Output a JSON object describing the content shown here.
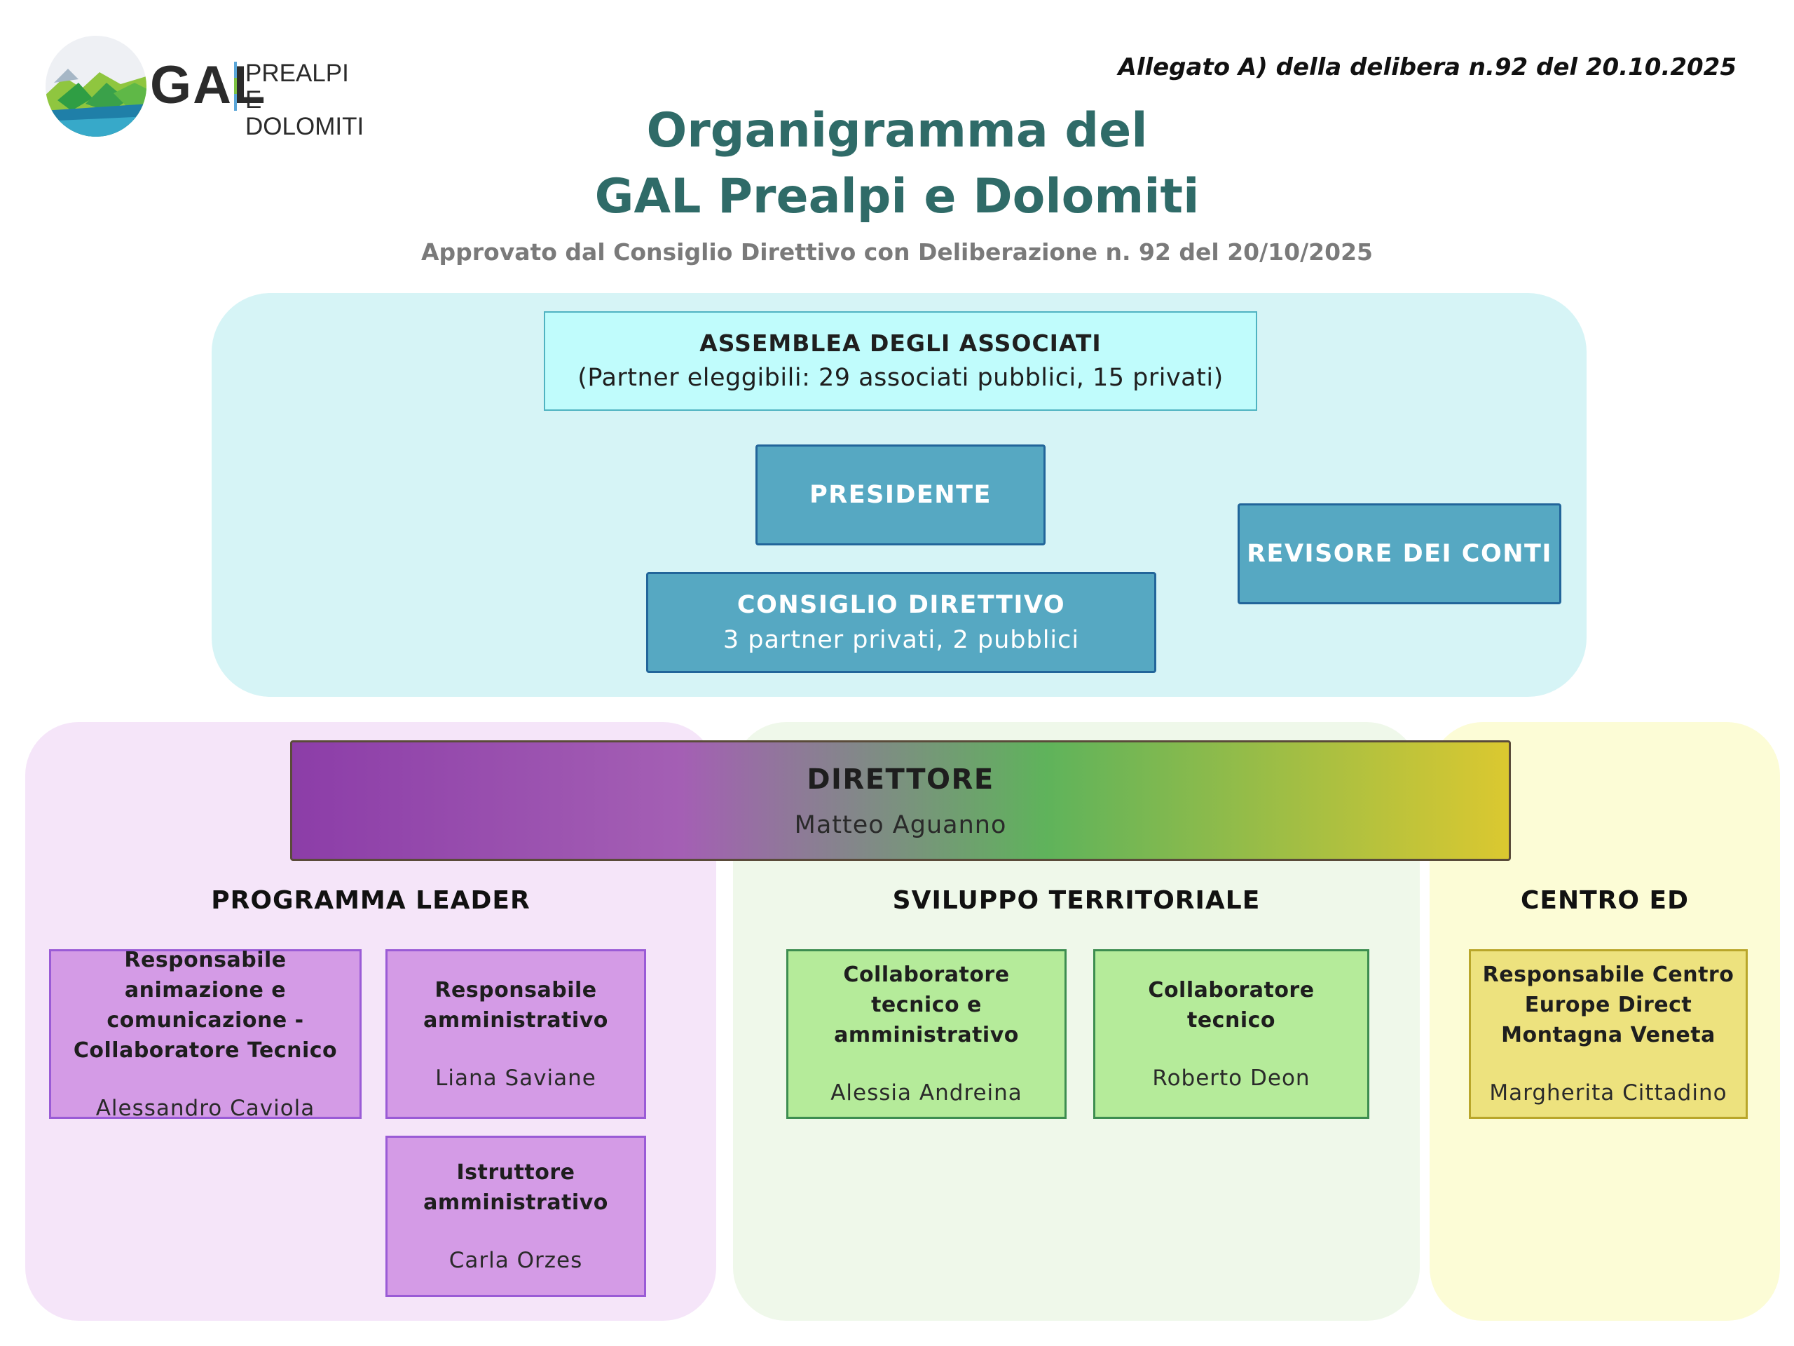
{
  "header": {
    "logo": {
      "main": "GAL",
      "sub_line1": "PREALPI E",
      "sub_line2": "DOLOMITI"
    },
    "allegato": "Allegato A) della delibera n.92 del 20.10.2025",
    "title_line1": "Organigramma del",
    "title_line2": "GAL Prealpi e Dolomiti",
    "subtitle": "Approvato dal Consiglio Direttivo con Deliberazione n. 92 del 20/10/2025"
  },
  "governance": {
    "assemblea": {
      "title": "ASSEMBLEA DEGLI ASSOCIATI",
      "detail": "(Partner eleggibili: 29 associati pubblici, 15 privati)"
    },
    "presidente": "PRESIDENTE",
    "consiglio": {
      "title": "CONSIGLIO DIRETTIVO",
      "detail": "3 partner privati, 2 pubblici"
    },
    "revisore": "REVISORE DEI CONTI"
  },
  "direttore": {
    "title": "DIRETTORE",
    "name": "Matteo Aguanno"
  },
  "sections": {
    "leader": {
      "title": "PROGRAMMA LEADER",
      "cards": [
        {
          "role": "Responsabile animazione e comunicazione - Collaboratore Tecnico",
          "name": "Alessandro Caviola"
        },
        {
          "role": "Responsabile amministrativo",
          "name": "Liana Saviane"
        },
        {
          "role": "Istruttore amministrativo",
          "name": "Carla Orzes"
        }
      ]
    },
    "sviluppo": {
      "title": "SVILUPPO TERRITORIALE",
      "cards": [
        {
          "role": "Collaboratore tecnico e amministrativo",
          "name": "Alessia Andreina"
        },
        {
          "role": "Collaboratore tecnico",
          "name": "Roberto Deon"
        }
      ]
    },
    "ed": {
      "title": "CENTRO ED",
      "cards": [
        {
          "role": "Responsabile Centro Europe Direct Montagna Veneta",
          "name": "Margherita Cittadino"
        }
      ]
    }
  },
  "colors": {
    "title": "#2f6b68",
    "governance_panel": "#d6f4f6",
    "blue_box": "#56a8c2",
    "leader_panel": "#f5e5f9",
    "sviluppo_panel": "#eff8ea",
    "ed_panel": "#fcfcd6"
  }
}
